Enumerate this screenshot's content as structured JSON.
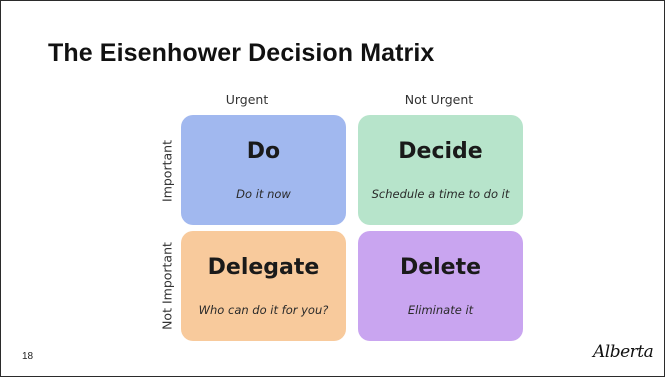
{
  "slide": {
    "title": "The Eisenhower Decision Matrix",
    "page_number": "18",
    "logo_text": "Alberta"
  },
  "matrix": {
    "columns": [
      "Urgent",
      "Not Urgent"
    ],
    "rows": [
      "Important",
      "Not Important"
    ],
    "cells": [
      {
        "heading": "Do",
        "subtext": "Do it now",
        "color": "#a1b8ef"
      },
      {
        "heading": "Decide",
        "subtext": "Schedule a time to do it",
        "color": "#b7e4cb"
      },
      {
        "heading": "Delegate",
        "subtext": "Who can do it for you?",
        "color": "#f8ca9c"
      },
      {
        "heading": "Delete",
        "subtext": "Eliminate it",
        "color": "#c9a5f0"
      }
    ]
  }
}
